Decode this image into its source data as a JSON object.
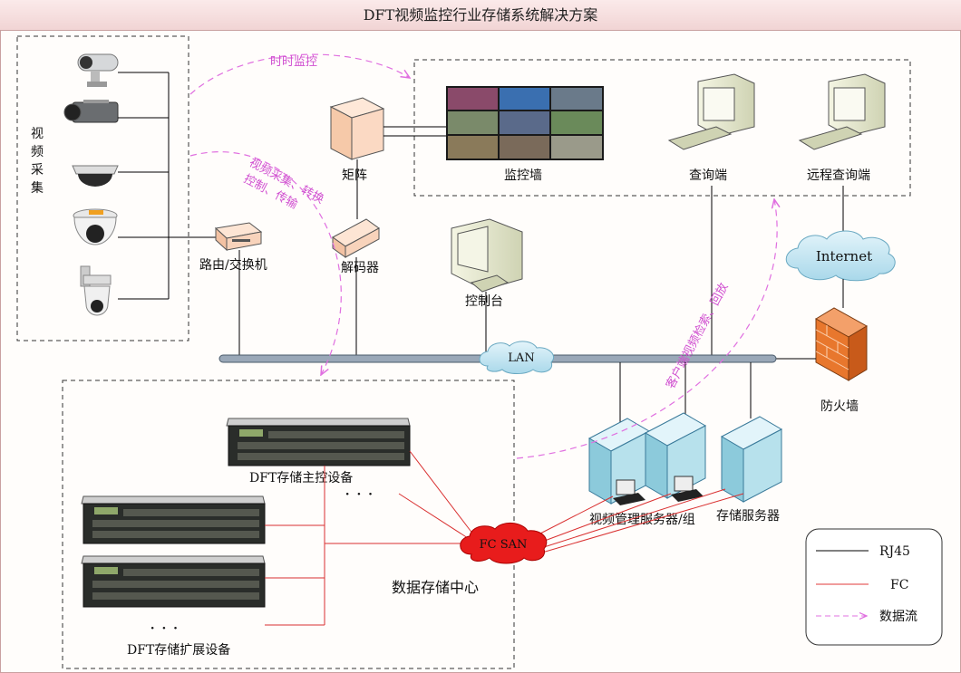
{
  "title": "DFT视频监控行业存储系统解决方案",
  "labels": {
    "capture": "视频采集",
    "realtime": "时时监控",
    "capture_ctrl_line1": "视频采集、转换",
    "capture_ctrl_line2": "控制、传输",
    "matrix": "矩阵",
    "decoder": "解码器",
    "router": "路由/交换机",
    "monitor_wall": "监控墙",
    "query": "查询端",
    "remote_query": "远程查询端",
    "console": "控制台",
    "internet": "Internet",
    "lan": "LAN",
    "client_retrieve": "客户端视频检索、回放",
    "firewall": "防火墙",
    "storage_master": "DFT存储主控设备",
    "storage_expand": "DFT存储扩展设备",
    "fc_san": "FC SAN",
    "data_center": "数据存储中心",
    "video_server": "视频管理服务器/组",
    "storage_server": "存储服务器",
    "dots": "· · ·"
  },
  "legend": [
    {
      "label": "RJ45",
      "color": "#000000",
      "style": "solid"
    },
    {
      "label": "FC",
      "color": "#e23a3a",
      "style": "solid"
    },
    {
      "label": "数据流",
      "color": "#e070e0",
      "style": "dashed"
    }
  ],
  "colors": {
    "rj45": "#000000",
    "fc": "#d93030",
    "dataflow": "#e070e0",
    "server": "#a9dbe8",
    "matrix": "#fbd9c3",
    "cloud": "#bfe3ef",
    "firewall": "#e8772d"
  }
}
